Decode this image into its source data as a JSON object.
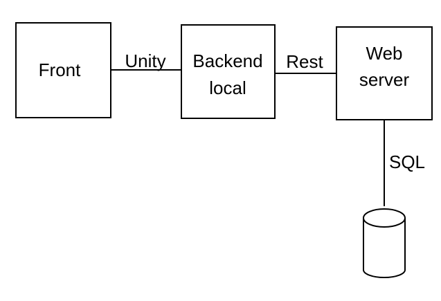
{
  "nodes": {
    "front": {
      "label": "Front"
    },
    "backend": {
      "label_line1": "Backend",
      "label_line2": "local"
    },
    "webserver": {
      "label_line1": "Web",
      "label_line2": "server"
    },
    "database": {
      "icon": "database-cylinder-icon"
    }
  },
  "edges": {
    "front_backend": {
      "label": "Unity"
    },
    "backend_webserver": {
      "label": "Rest"
    },
    "webserver_database": {
      "label": "SQL"
    }
  }
}
